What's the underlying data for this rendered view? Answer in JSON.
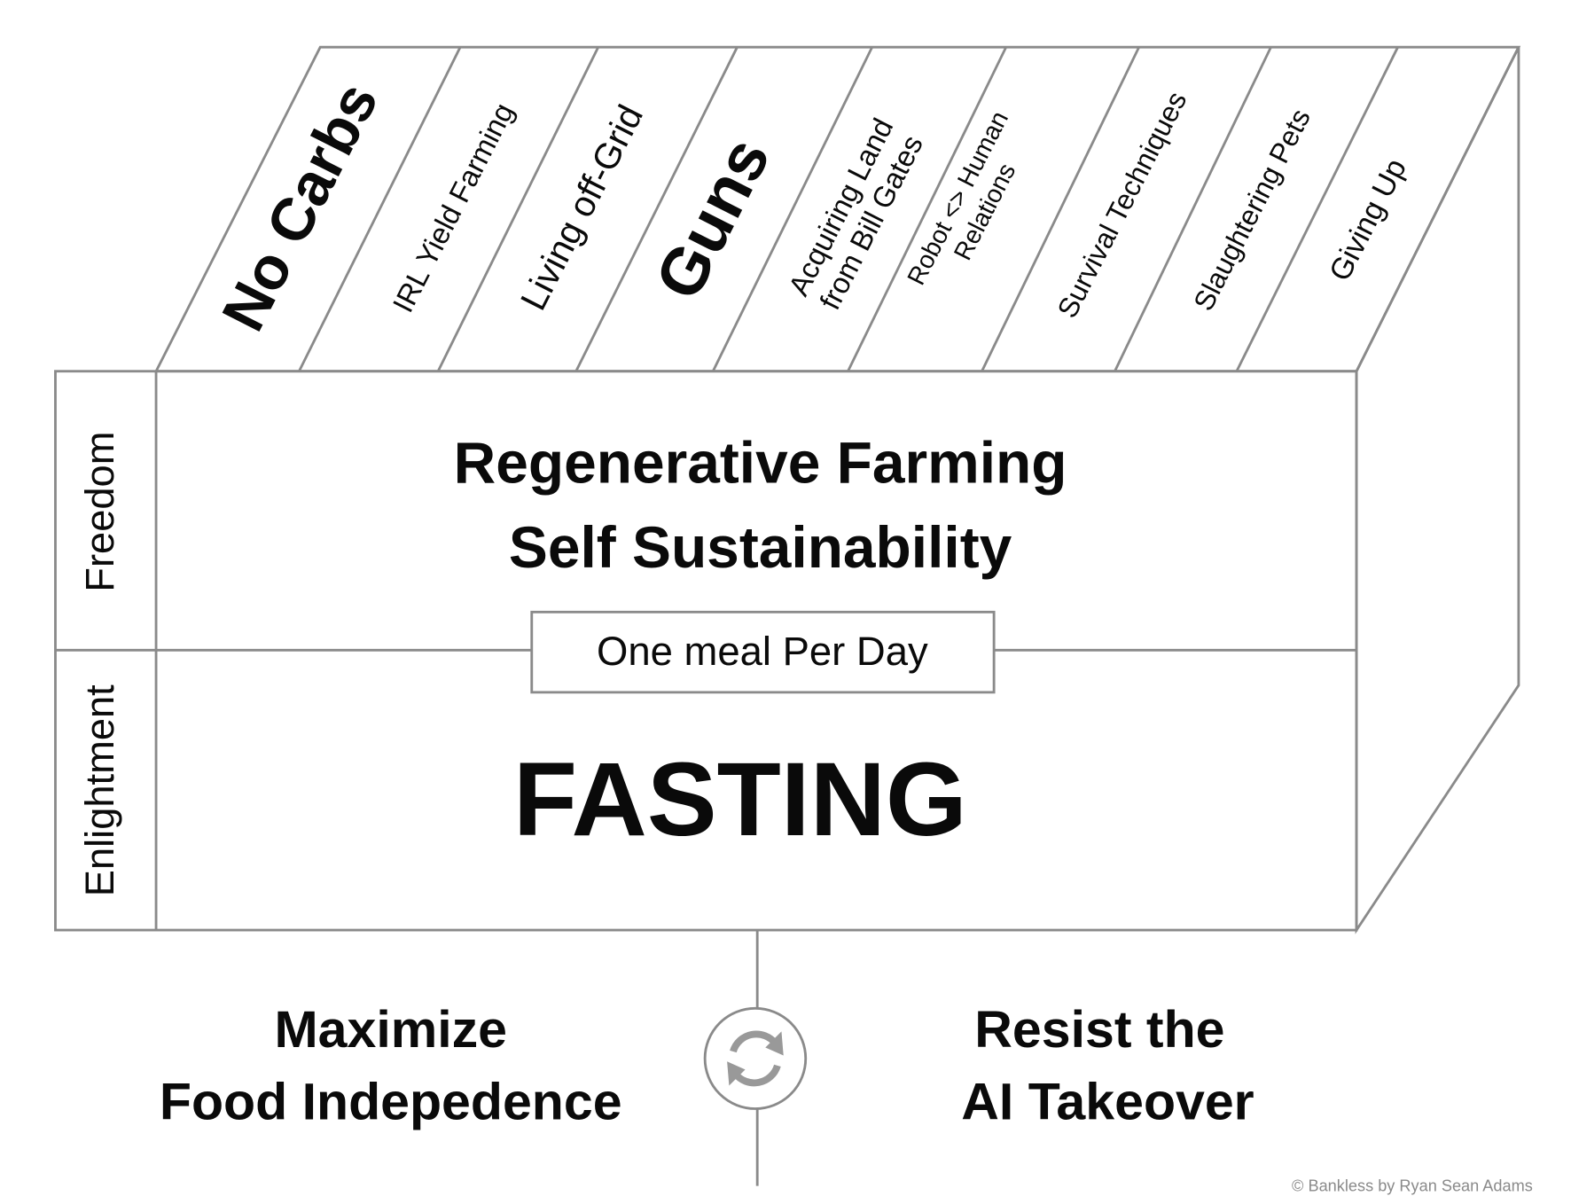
{
  "top_labels": {
    "no_carbs": "No Carbs",
    "irl_yield_farming": "IRL Yield Farming",
    "living_off_grid": "Living off-Grid",
    "guns": "Guns",
    "acquiring_land_1": "Acquiring Land",
    "acquiring_land_2": "from Bill Gates",
    "robot_1": "Robot <> Human",
    "robot_2": "Relations",
    "survival": "Survival Techniques",
    "slaughtering": "Slaughtering Pets",
    "giving_up": "Giving Up"
  },
  "rows": {
    "freedom": "Freedom",
    "enlightment": "Enlightment"
  },
  "front": {
    "line1": "Regenerative Farming",
    "line2": "Self Sustainability",
    "middle_box": "One meal Per Day",
    "main": "FASTING"
  },
  "bottom": {
    "left_1": "Maximize",
    "left_2": "Food Indepedence",
    "right_1": "Resist the",
    "right_2": "AI Takeover",
    "icon": "refresh-cycle-icon"
  },
  "copyright": "© Bankless by Ryan Sean Adams",
  "colors": {
    "line": "#8a8a8a",
    "text": "#0a0a0a"
  }
}
